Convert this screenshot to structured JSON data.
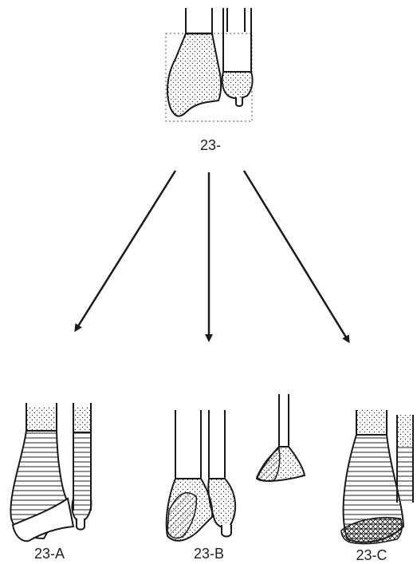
{
  "labels": {
    "top": "23-",
    "a": "23-A",
    "b": "23-B",
    "c": "23-C"
  },
  "colors": {
    "ink": "#1a1a1a",
    "background": "#ffffff"
  }
}
